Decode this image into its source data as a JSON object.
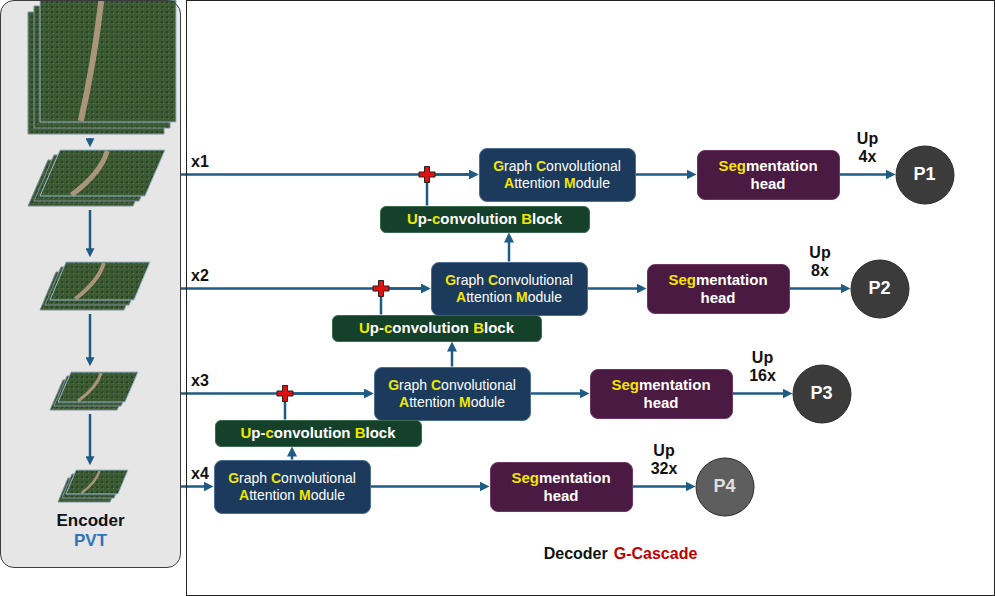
{
  "diagram": {
    "nodes": [
      {
        "text": [
          "Encoder",
          "PVT"
        ]
      },
      {
        "text": [
          "Decoder",
          "G-Cascade"
        ]
      },
      {
        "text": [
          "Graph Convolutional Attention Module"
        ],
        "in": 1
      },
      {
        "text": [
          "Segmentation head"
        ],
        "in": 1
      },
      {
        "text": [
          "P1"
        ],
        "in": 1
      },
      {
        "text": [
          "Up-convolution Block"
        ],
        "in": 1
      },
      {
        "text": [
          "Graph Convolutional Attention Module"
        ],
        "in": 1
      },
      {
        "text": [
          "Segmentation head"
        ],
        "in": 1
      },
      {
        "text": [
          "P2"
        ],
        "in": 1
      },
      {
        "text": [
          "Up-convolution Block"
        ],
        "in": 1
      },
      {
        "text": [
          "Graph Convolutional Attention Module"
        ],
        "in": 1
      },
      {
        "text": [
          "Segmentation head"
        ],
        "in": 1
      },
      {
        "text": [
          "P3"
        ],
        "in": 1
      },
      {
        "text": [
          "Up-convolution Block"
        ],
        "in": 1
      },
      {
        "text": [
          "Graph Convolutional Attention Module"
        ],
        "in": 1
      },
      {
        "text": [
          "Segmentation head"
        ],
        "in": 1
      },
      {
        "text": [
          "P4"
        ],
        "in": 1
      }
    ],
    "edges": [
      {
        "from": 0,
        "to": 2,
        "arrow": "to",
        "label": "x1"
      },
      {
        "from": 5,
        "to": 2,
        "arrow": "to"
      },
      {
        "from": 2,
        "to": 3,
        "arrow": "to"
      },
      {
        "from": 3,
        "to": 4,
        "arrow": "to",
        "label": "Up 4x"
      },
      {
        "from": 0,
        "to": 6,
        "arrow": "to",
        "label": "x2"
      },
      {
        "from": 6,
        "to": 5,
        "arrow": "to"
      },
      {
        "from": 9,
        "to": 6,
        "arrow": "to"
      },
      {
        "from": 6,
        "to": 7,
        "arrow": "to"
      },
      {
        "from": 7,
        "to": 8,
        "arrow": "to",
        "label": "Up 8x"
      },
      {
        "from": 0,
        "to": 10,
        "arrow": "to",
        "label": "x3"
      },
      {
        "from": 10,
        "to": 9,
        "arrow": "to"
      },
      {
        "from": 13,
        "to": 10,
        "arrow": "to"
      },
      {
        "from": 10,
        "to": 11,
        "arrow": "to"
      },
      {
        "from": 11,
        "to": 12,
        "arrow": "to",
        "label": "Up 16x"
      },
      {
        "from": 0,
        "to": 14,
        "arrow": "to",
        "label": "x4"
      },
      {
        "from": 14,
        "to": 13,
        "arrow": "to"
      },
      {
        "from": 14,
        "to": 15,
        "arrow": "to"
      },
      {
        "from": 15,
        "to": 16,
        "arrow": "to",
        "label": "Up 32x"
      }
    ]
  }
}
